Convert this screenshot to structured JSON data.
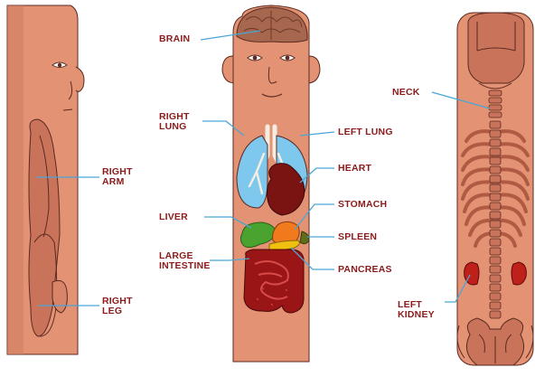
{
  "colors": {
    "skin": "#e39274",
    "skin_shadow": "#c9735a",
    "outline": "#5a2a20",
    "label": "#8b1a1a",
    "leader": "#4aa6d6",
    "lung": "#7ec8ee",
    "heart": "#7a1412",
    "liver": "#4aa32e",
    "stomach": "#f07a1c",
    "pancreas": "#f0c010",
    "intestine": "#9a1616",
    "brain": "#a6674e",
    "bone": "#b05a44",
    "kidney": "#c0201a"
  },
  "labels": {
    "right_arm": "RIGHT\nARM",
    "right_leg": "RIGHT\nLEG",
    "brain": "BRAIN",
    "right_lung": "RIGHT\nLUNG",
    "left_lung": "LEFT LUNG",
    "heart": "HEART",
    "stomach": "STOMACH",
    "liver": "LIVER",
    "spleen": "SPLEEN",
    "large_intestine": "LARGE\nINTESTINE",
    "pancreas": "PANCREAS",
    "neck": "NECK",
    "left_kidney": "LEFT\nKIDNEY"
  }
}
